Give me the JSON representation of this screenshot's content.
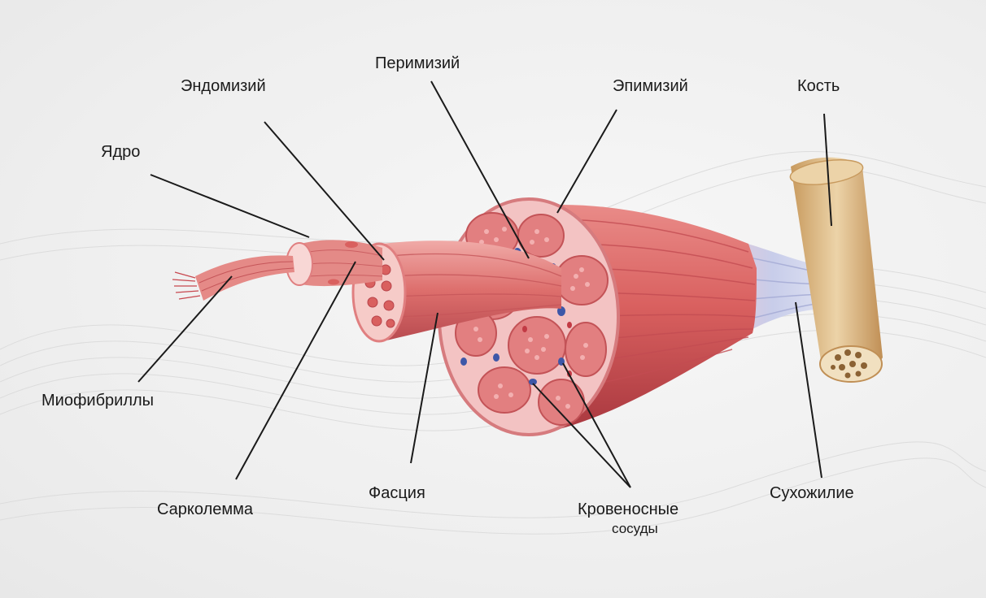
{
  "labels": {
    "perimysium": "Перимизий",
    "endomysium": "Эндомизий",
    "epimysium": "Эпимизий",
    "bone": "Кость",
    "nucleus": "Ядро",
    "myofibrils": "Миофибриллы",
    "sarcolemma": "Сарколемма",
    "fascia": "Фасция",
    "vessels_line1": "Кровеносные",
    "vessels_line2": "сосуды",
    "tendon": "Сухожилие"
  },
  "colors": {
    "muscle": "#d9605f",
    "muscle_dark": "#b8434a",
    "muscle_light": "#f0a9a6",
    "section_pink": "#f3c3c3",
    "tendon": "#c9cde8",
    "bone": "#e2c08f",
    "vessel_blue": "#3d57a8",
    "leader_line": "#1a1a1a"
  }
}
